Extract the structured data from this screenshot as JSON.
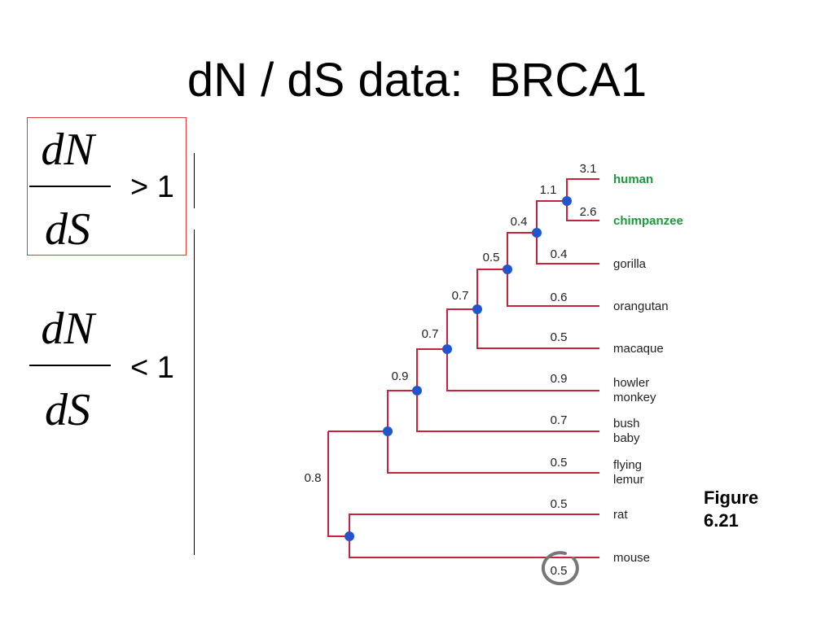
{
  "slide": {
    "title": "dN / dS data:  BRCA1",
    "figure_caption_line1": "Figure",
    "figure_caption_line2": "6.21"
  },
  "ratio_top": {
    "numerator": "dN",
    "denominator": "dS",
    "relation": "> 1"
  },
  "ratio_bottom": {
    "numerator": "dN",
    "denominator": "dS",
    "relation": "< 1"
  },
  "tree": {
    "colors": {
      "branch": "#c8223c",
      "node": "#2255cc",
      "highlight": "#1a9a3a",
      "circle": "#777777"
    },
    "taxa": [
      {
        "id": "human",
        "label_lines": [
          "human"
        ],
        "value": "3.1",
        "highlight": true
      },
      {
        "id": "chimpanzee",
        "label_lines": [
          "chimpanzee"
        ],
        "value": "2.6",
        "highlight": true
      },
      {
        "id": "gorilla",
        "label_lines": [
          "gorilla"
        ],
        "value": "0.4",
        "highlight": false
      },
      {
        "id": "orangutan",
        "label_lines": [
          "orangutan"
        ],
        "value": "0.6",
        "highlight": false
      },
      {
        "id": "macaque",
        "label_lines": [
          "macaque"
        ],
        "value": "0.5",
        "highlight": false
      },
      {
        "id": "howler-monkey",
        "label_lines": [
          "howler",
          "monkey"
        ],
        "value": "0.9",
        "highlight": false
      },
      {
        "id": "bush-baby",
        "label_lines": [
          "bush",
          "baby"
        ],
        "value": "0.7",
        "highlight": false
      },
      {
        "id": "flying-lemur",
        "label_lines": [
          "flying",
          "lemur"
        ],
        "value": "0.5",
        "highlight": false
      },
      {
        "id": "rat",
        "label_lines": [
          "rat"
        ],
        "value": "0.5",
        "highlight": false
      },
      {
        "id": "mouse",
        "label_lines": [
          "mouse"
        ],
        "value": "0.5",
        "highlight": false,
        "circled": true
      }
    ],
    "internal_branch_values": {
      "human-chimp": "1.1",
      "great-ape-1": "0.4",
      "great-ape-2": "0.5",
      "ape-macaque": "0.7",
      "anthropoid": "0.7",
      "primates": "0.9",
      "root-branch": "0.8"
    }
  }
}
